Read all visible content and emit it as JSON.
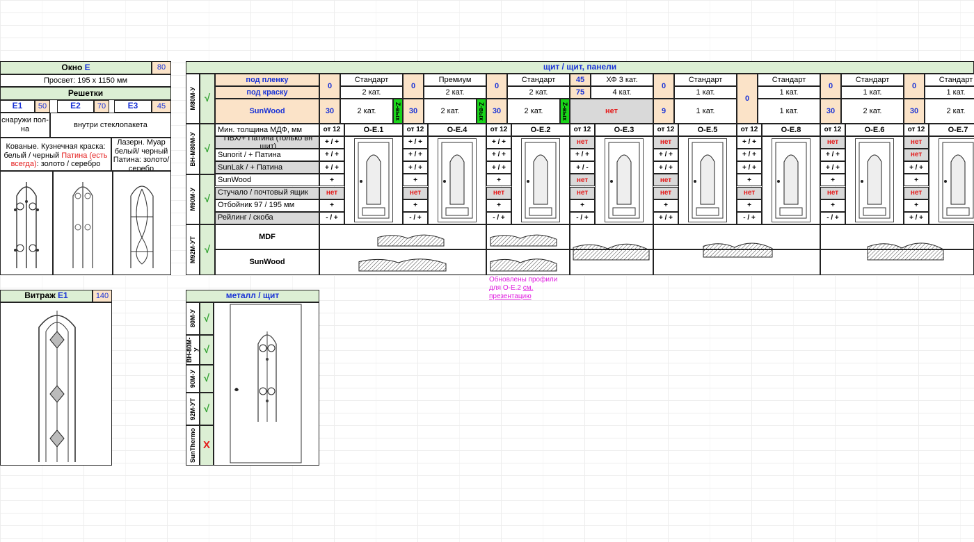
{
  "window": {
    "title_prefix": "Окно",
    "title_model": "E",
    "price": "80",
    "clearance": "Просвет: 195 х 1150 мм",
    "grilles_title": "Решетки",
    "grilles": [
      {
        "code": "E1",
        "price": "50"
      },
      {
        "code": "E2",
        "price": "70"
      },
      {
        "code": "E3",
        "price": "45"
      }
    ],
    "outside": "снаружи пол-на",
    "inside": "внутри стеклопакета",
    "forged_1": "Кованые. Кузнечная краска: белый / черный ",
    "forged_patina": "Патина (есть всегда)",
    "forged_2": ": золото / серебро",
    "laser": "Лазерн. Муар белый/ черный Патина: золото/серебр"
  },
  "stained": {
    "title_prefix": "Витраж",
    "model": "E1",
    "price": "140"
  },
  "metal": {
    "title": "металл / щит",
    "models": [
      "80M-У",
      "BH-80M-У",
      "90M-У",
      "92M-УТ",
      "SunThermo"
    ],
    "marks": [
      "√",
      "√",
      "√",
      "√",
      "X"
    ]
  },
  "panels": {
    "title": "щит / щит,  панели",
    "groups": [
      "M80M-У",
      "BH-M80M-У",
      "M90M-У",
      "M92M-УТ"
    ],
    "finish_rows": [
      "под пленку",
      "под краску",
      "SunWood"
    ],
    "spec_rows": [
      "Мин. толщина МДФ, мм",
      "ПВХ/+ Патина (только вн щит)",
      "Sunorit / + Патина",
      "SunLak / + Патина",
      "SunWood",
      "Стучало / почтовый ящик",
      "Отбойник 97 / 195 мм",
      "Рейлинг / скоба"
    ],
    "profile_rows": [
      "MDF",
      "SunWood"
    ],
    "columns": [
      {
        "p": [
          "0",
          "0",
          "30"
        ],
        "cls": [
          "Стандарт",
          "2 кат.",
          "2 кат."
        ],
        "badge": "Z-вых",
        "code": "O-E.1",
        "spec": [
          "от 12",
          "+ / +",
          "+ / +",
          "+ / +",
          "+",
          "нет",
          "+",
          "- / +"
        ]
      },
      {
        "p": [
          "0",
          "0",
          "30"
        ],
        "cls": [
          "Премиум",
          "2 кат.",
          "2 кат."
        ],
        "badge": "Z-вых",
        "code": "O-E.4",
        "spec": [
          "от 12",
          "+ / +",
          "+ / +",
          "+ / +",
          "+",
          "нет",
          "+",
          "- / +"
        ]
      },
      {
        "p": [
          "0",
          "0",
          "30"
        ],
        "cls": [
          "Стандарт",
          "2 кат.",
          "2 кат."
        ],
        "badge": "Z-вых",
        "code": "O-E.2",
        "spec": [
          "от 12",
          "+ / +",
          "+ / +",
          "+ / +",
          "+",
          "нет",
          "+",
          "- / +"
        ]
      },
      {
        "p": [
          "45",
          "75",
          ""
        ],
        "cls": [
          "ХФ 3 кат.",
          "4 кат.",
          "нет"
        ],
        "badge": "",
        "code": "O-E.3",
        "spec": [
          "от 12",
          "нет",
          "+ / +",
          "+ / -",
          "нет",
          "нет",
          "+",
          "- / +"
        ]
      },
      {
        "p": [
          "0",
          "0",
          "9"
        ],
        "cls": [
          "Стандарт",
          "1 кат.",
          "1 кат."
        ],
        "badge": "",
        "code": "O-E.5",
        "spec": [
          "от 12",
          "нет",
          "+ / +",
          "+ / +",
          "нет",
          "нет",
          "+",
          "+ / +"
        ]
      },
      {
        "p": [
          "0",
          "0",
          ""
        ],
        "cls": [
          "Стандарт",
          "1 кат.",
          "1 кат."
        ],
        "badge": "",
        "code": "O-E.8",
        "spec": [
          "от 12",
          "+ / +",
          "+ / +",
          "+ / +",
          "+",
          "нет",
          "+",
          "- / +"
        ]
      },
      {
        "p": [
          "0",
          "0",
          "30"
        ],
        "cls": [
          "Стандарт",
          "1 кат.",
          "2 кат."
        ],
        "badge": "",
        "code": "O-E.6",
        "spec": [
          "от 12",
          "нет",
          "+ / +",
          "+ / +",
          "+",
          "нет",
          "+",
          "- / +"
        ]
      },
      {
        "p": [
          "0",
          "0",
          "30"
        ],
        "cls": [
          "Стандарт",
          "1 кат.",
          "2 кат."
        ],
        "badge": "",
        "code": "O-E.7",
        "spec": [
          "от 12",
          "нет",
          "нет",
          "+ / +",
          "+",
          "нет",
          "+",
          "+ / +"
        ]
      }
    ],
    "note": "Обновлены профили для О-Е.2 ",
    "note_link": "см. презентацию"
  }
}
